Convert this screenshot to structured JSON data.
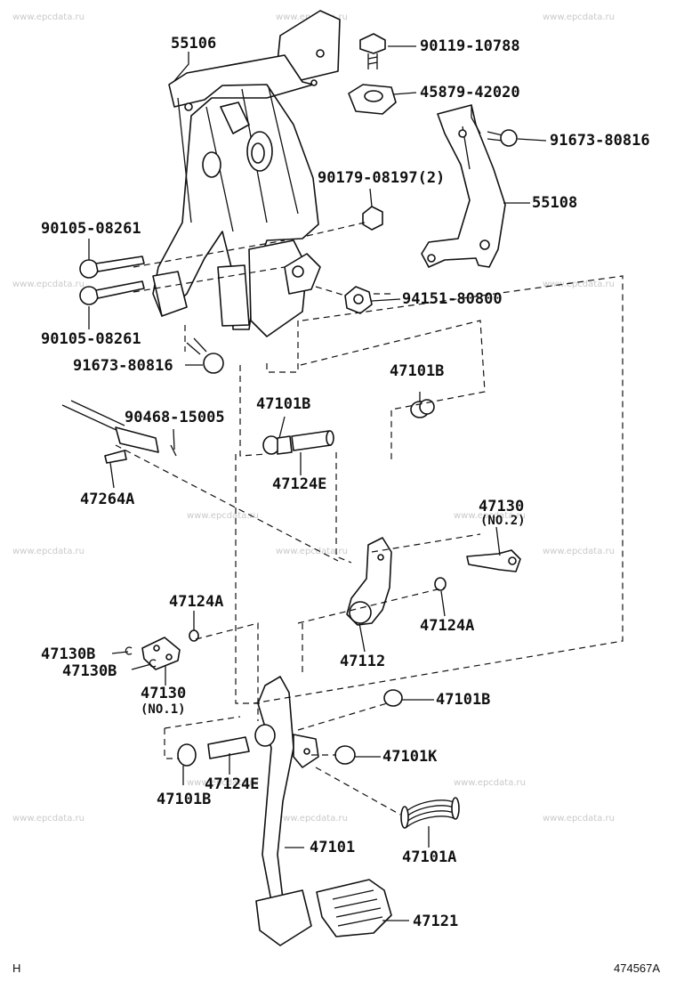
{
  "watermark": "www.epcdata.ru",
  "corner_left": "H",
  "corner_right": "474567A",
  "labels": {
    "p55106": "55106",
    "p90119": "90119-10788",
    "p45879": "45879-42020",
    "p91673a": "91673-80816",
    "p90179": "90179-08197(2)",
    "p55108": "55108",
    "p90105a": "90105-08261",
    "p90105b": "90105-08261",
    "p94151": "94151-80800",
    "p91673b": "91673-80816",
    "p47101B_a": "47101B",
    "p90468": "90468-15005",
    "p47101B_b": "47101B",
    "p47264A": "47264A",
    "p47124E_a": "47124E",
    "p47130_2": "47130",
    "p47130_2_sub": "(NO.2)",
    "p47124A_a": "47124A",
    "p47124A_b": "47124A",
    "p47130B_a": "47130B",
    "p47130B_b": "47130B",
    "p47112": "47112",
    "p47130_1": "47130",
    "p47130_1_sub": "(NO.1)",
    "p47101B_c": "47101B",
    "p47101K": "47101K",
    "p47101B_d": "47101B",
    "p47124E_b": "47124E",
    "p47101": "47101",
    "p47101A": "47101A",
    "p47121": "47121"
  }
}
